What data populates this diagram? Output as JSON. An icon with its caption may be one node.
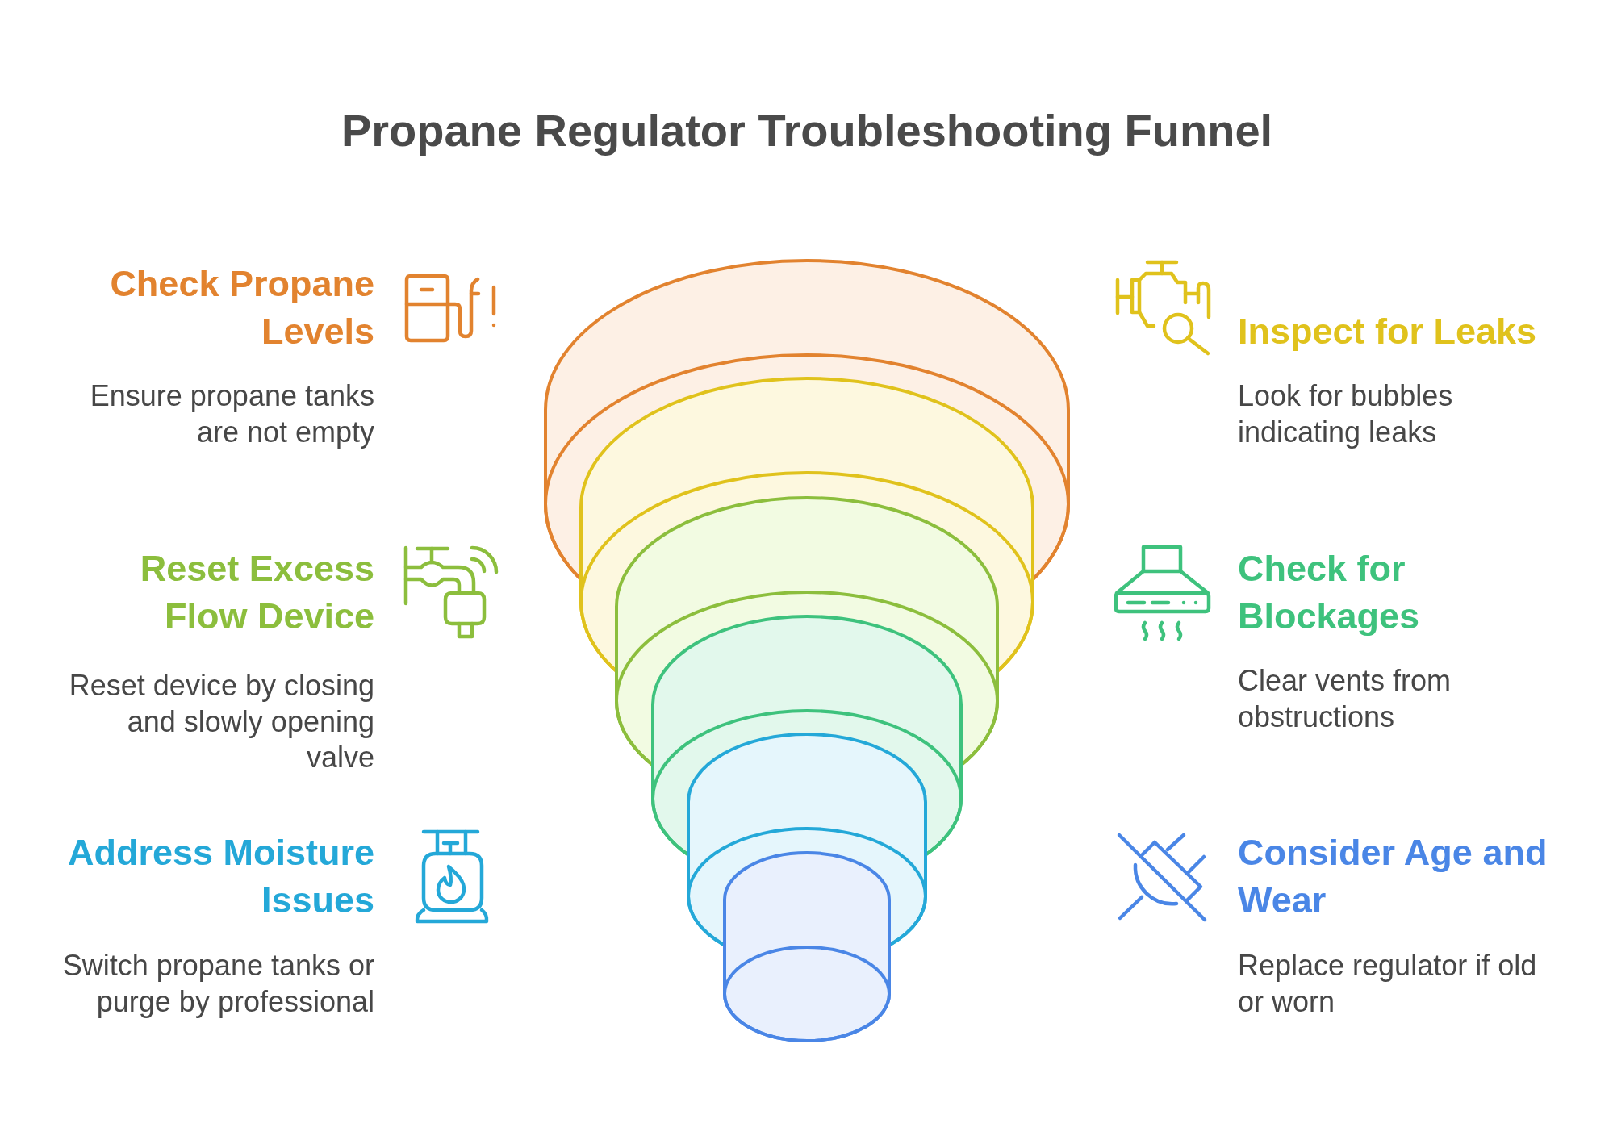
{
  "diagram": {
    "title": "Propane Regulator Troubleshooting Funnel",
    "nodes": [
      {
        "text": [],
        "shape": "cylinder",
        "beside": [
          "Check Propane Levels",
          "Ensure propane tanks are not empty"
        ]
      },
      {
        "text": [],
        "shape": "cylinder",
        "beside": [
          "Inspect for Leaks",
          "Look for bubbles indicating leaks"
        ]
      },
      {
        "text": [],
        "shape": "cylinder",
        "beside": [
          "Reset Excess Flow Device",
          "Reset device by closing and slowly opening valve"
        ]
      },
      {
        "text": [],
        "shape": "cylinder",
        "beside": [
          "Check for Blockages",
          "Clear vents from obstructions"
        ]
      },
      {
        "text": [],
        "shape": "cylinder",
        "beside": [
          "Address Moisture Issues",
          "Switch propane tanks or purge by professional"
        ]
      },
      {
        "text": [],
        "shape": "cylinder",
        "beside": [
          "Consider Age and Wear",
          "Replace regulator if old or worn"
        ]
      }
    ]
  }
}
